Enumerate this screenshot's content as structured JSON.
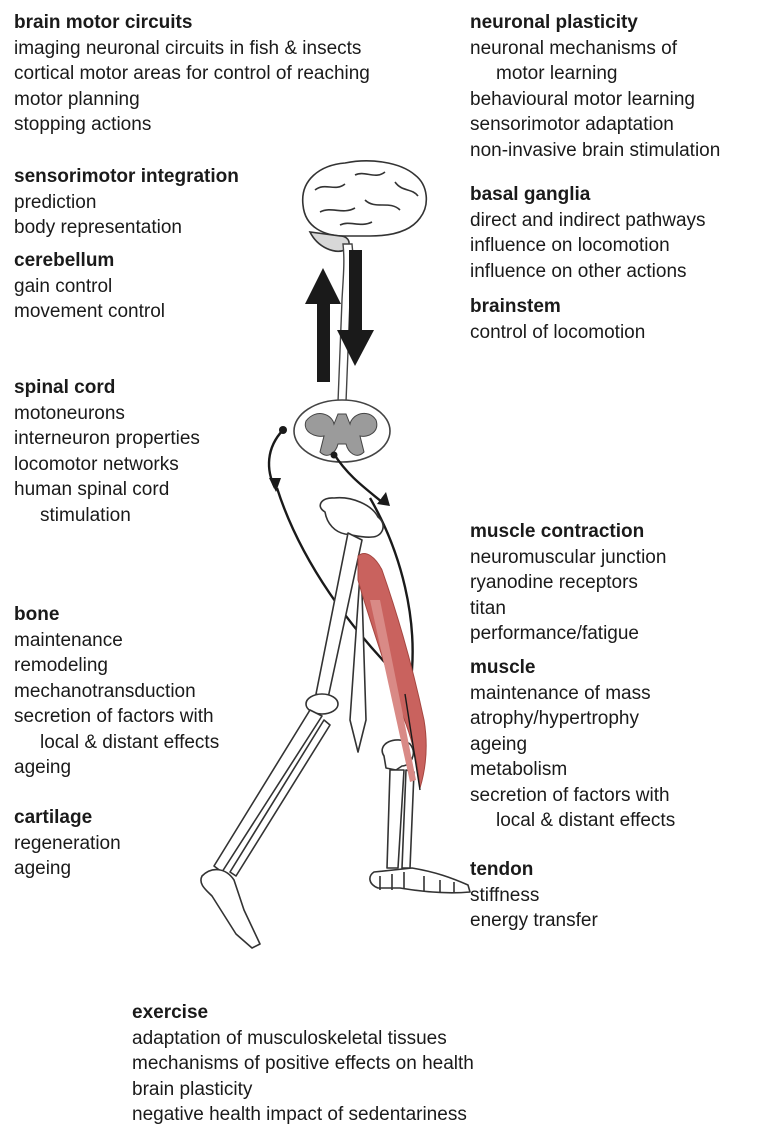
{
  "colors": {
    "muscle": "#c9625e",
    "ink": "#1a1a1a",
    "cord_gray": "#9b9b9b"
  },
  "left_blocks": [
    {
      "id": "brain-motor-circuits",
      "heading": "brain motor circuits",
      "items": [
        "imaging neuronal circuits in fish & insects",
        "cortical motor areas for control of reaching",
        "motor planning",
        "stopping actions"
      ]
    },
    {
      "id": "sensorimotor-integration",
      "heading": "sensorimotor integration",
      "items": [
        "prediction",
        "body representation"
      ]
    },
    {
      "id": "cerebellum",
      "heading": "cerebellum",
      "items": [
        "gain control",
        "movement control"
      ]
    },
    {
      "id": "spinal-cord",
      "heading": "spinal cord",
      "items": [
        "motoneurons",
        "interneuron properties",
        "locomotor networks",
        "human spinal cord",
        "stimulation"
      ]
    },
    {
      "id": "bone",
      "heading": "bone",
      "items": [
        "maintenance",
        "remodeling",
        "mechanotransduction",
        "secretion of factors with",
        "local & distant effects",
        "ageing"
      ]
    },
    {
      "id": "cartilage",
      "heading": "cartilage",
      "items": [
        "regeneration",
        "ageing"
      ]
    }
  ],
  "right_blocks": [
    {
      "id": "neuronal-plasticity",
      "heading": "neuronal plasticity",
      "items": [
        "neuronal mechanisms of",
        "motor learning",
        "behavioural motor learning",
        "sensorimotor adaptation",
        "non-invasive brain stimulation"
      ]
    },
    {
      "id": "basal-ganglia",
      "heading": "basal ganglia",
      "items": [
        "direct and indirect pathways",
        "influence on locomotion",
        "influence on other actions"
      ]
    },
    {
      "id": "brainstem",
      "heading": "brainstem",
      "items": [
        "control of locomotion"
      ]
    },
    {
      "id": "muscle-contraction",
      "heading": "muscle contraction",
      "items": [
        "neuromuscular junction",
        "ryanodine receptors",
        "titan",
        "performance/fatigue"
      ]
    },
    {
      "id": "muscle",
      "heading": "muscle",
      "items": [
        "maintenance of mass",
        "atrophy/hypertrophy",
        "ageing",
        "metabolism",
        "secretion of factors with",
        "local & distant effects"
      ]
    },
    {
      "id": "tendon",
      "heading": "tendon",
      "items": [
        "stiffness",
        "energy transfer"
      ]
    }
  ],
  "bottom_blocks": [
    {
      "id": "exercise",
      "heading": "exercise",
      "items": [
        "adaptation of musculoskeletal tissues",
        "mechanisms of positive effects on health",
        "brain plasticity",
        "negative health impact of sedentariness"
      ]
    }
  ]
}
